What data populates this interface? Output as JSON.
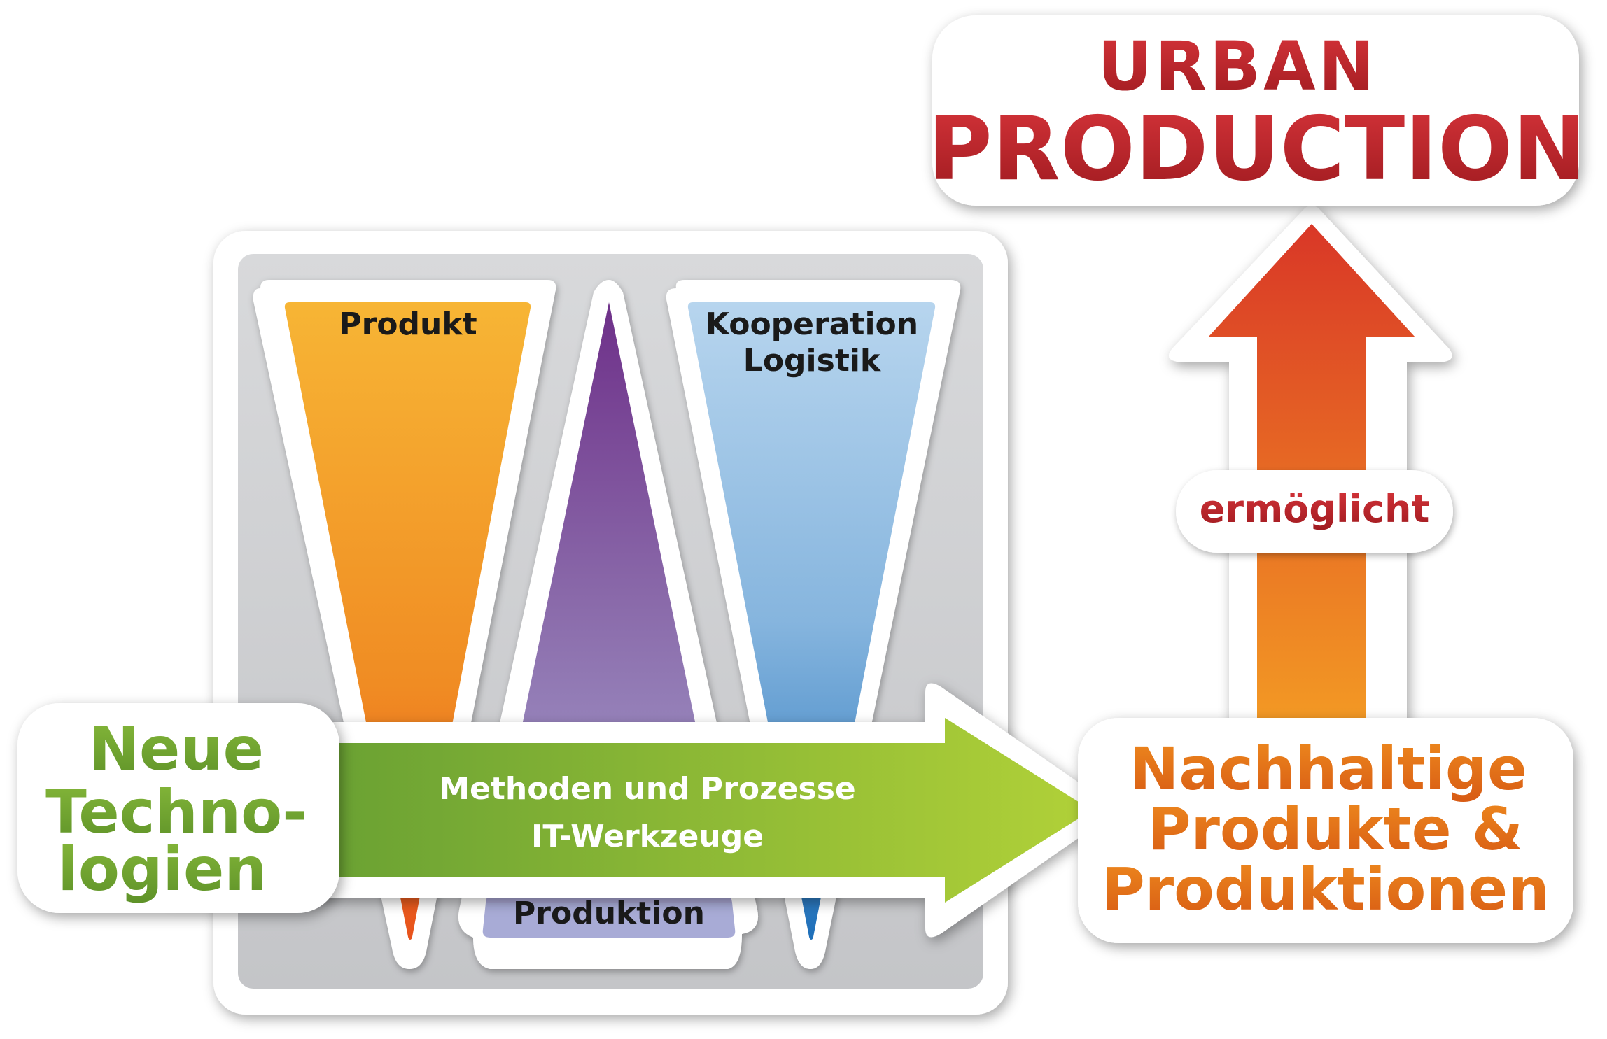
{
  "title": {
    "line1": "URBAN",
    "line2": "PRODUCTION"
  },
  "funnels": {
    "product": "Produkt",
    "cooperation_line1": "Kooperation",
    "cooperation_line2": "Logistik",
    "production": "Produktion"
  },
  "arrow": {
    "line1": "Methoden und Prozesse",
    "line2": "IT-Werkzeuge"
  },
  "left_label": {
    "line1": "Neue",
    "line2": "Techno-",
    "line3": "logien"
  },
  "right_label": {
    "line1": "Nachhaltige",
    "line2": "Produkte &",
    "line3": "Produktionen"
  },
  "up_arrow_label": "ermöglicht",
  "colors": {
    "title_red": "#b51f24",
    "green": "#6aa12e",
    "orange": "#e26a12",
    "dark_text": "#1a1a1a",
    "white": "#ffffff"
  }
}
